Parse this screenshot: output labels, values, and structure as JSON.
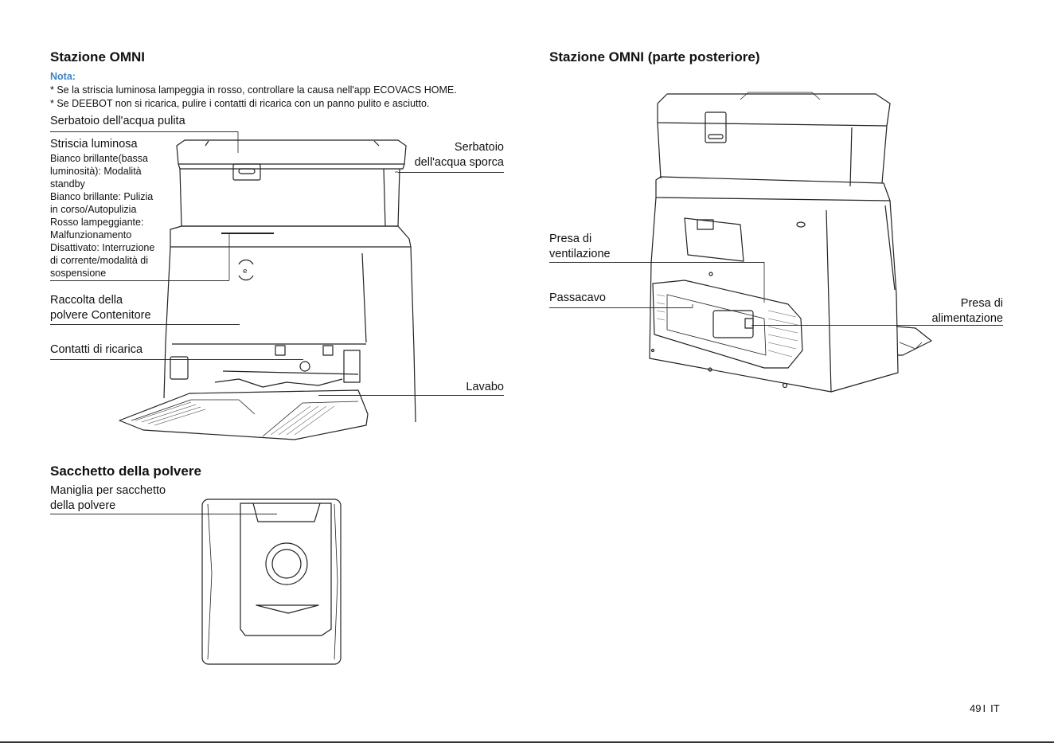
{
  "left": {
    "title": "Stazione OMNI",
    "note_title": "Nota:",
    "notes": [
      "* Se la striscia luminosa lampeggia in rosso, controllare la causa nell'app ECOVACS HOME.",
      "* Se DEEBOT non si ricarica, pulire i contatti di ricarica con un panno pulito e asciutto."
    ],
    "labels": {
      "clean_tank": "Serbatoio dell'acqua pulita",
      "light_strip": "Striscia luminosa",
      "light_strip_states": [
        "Bianco brillante(bassa",
        "luminosità): Modalità",
        "standby",
        "Bianco brillante: Pulizia",
        "in corso/Autopulizia",
        "Rosso lampeggiante:",
        "Malfunzionamento",
        "Disattivato: Interruzione",
        "di corrente/modalità di",
        "sospensione"
      ],
      "dirty_tank_line1": "Serbatoio",
      "dirty_tank_line2": "dell'acqua sporca",
      "dust_line1": "Raccolta della",
      "dust_line2": "polvere Contenitore",
      "contacts": "Contatti di ricarica",
      "sink": "Lavabo"
    }
  },
  "bag": {
    "title": "Sacchetto della polvere",
    "handle_line1": "Maniglia per sacchetto",
    "handle_line2": "della polvere"
  },
  "right": {
    "title": "Stazione OMNI (parte posteriore)",
    "labels": {
      "vent_line1": "Presa di",
      "vent_line2": "ventilazione",
      "cable": "Passacavo",
      "power_line1": "Presa di",
      "power_line2": "alimentazione"
    }
  },
  "footer": {
    "page": "49",
    "separator": "I",
    "lang": "IT"
  }
}
